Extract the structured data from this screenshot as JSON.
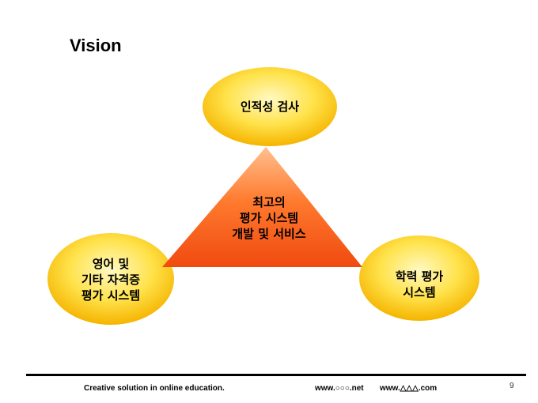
{
  "slide": {
    "title": "Vision"
  },
  "diagram": {
    "center": "최고의\n평가 시스템\n개발 및 서비스",
    "top": "인적성 검사",
    "left": "영어 및\n기타 자격증\n평가 시스템",
    "right": "학력 평가\n시스템"
  },
  "colors": {
    "circle_light": "#FFF9C2",
    "circle_mid": "#FFE24A",
    "circle_dark": "#F5B400",
    "triangle_top": "#FFC090",
    "triangle_mid": "#FF7A2E",
    "triangle_bottom": "#F04A10"
  },
  "footer": {
    "slogan": "Creative solution in online education.",
    "site1": "www.○○○.net",
    "site2": "www.△△△.com",
    "page_number": "9"
  }
}
